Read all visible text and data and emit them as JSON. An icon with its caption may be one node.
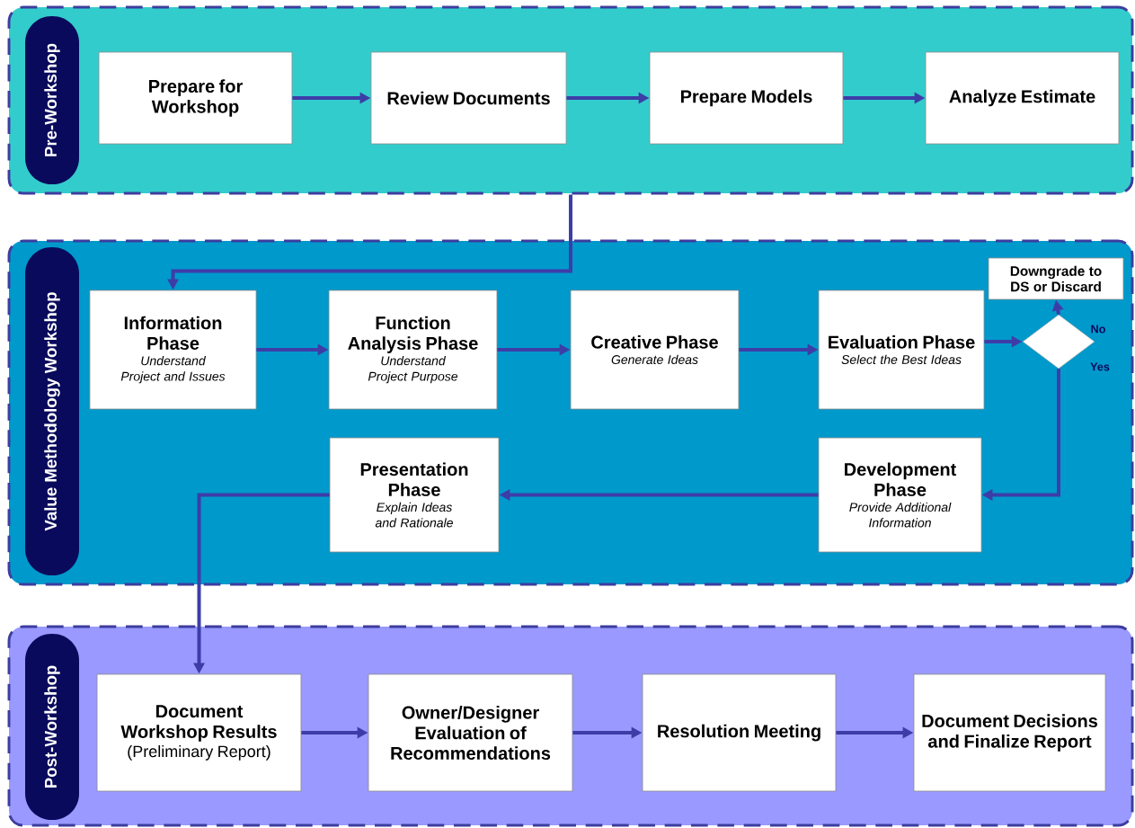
{
  "diagram": {
    "nodes": [
      {
        "text": [
          "Pre-Workshop"
        ]
      },
      {
        "text": [
          "Prepare for Workshop"
        ],
        "in": 0
      },
      {
        "text": [
          "Review Documents"
        ],
        "in": 0
      },
      {
        "text": [
          "Prepare Models"
        ],
        "in": 0
      },
      {
        "text": [
          "Analyze Estimate"
        ],
        "in": 0
      },
      {
        "text": [
          "Value Methodology Workshop"
        ]
      },
      {
        "text": [
          "Information Phase",
          "Understand Project and Issues"
        ],
        "in": 5
      },
      {
        "text": [
          "Function Analysis Phase",
          "Understand Project Purpose"
        ],
        "in": 5
      },
      {
        "text": [
          "Creative Phase",
          "Generate Ideas"
        ],
        "in": 5
      },
      {
        "text": [
          "Evaluation Phase",
          "Select the Best Ideas"
        ],
        "in": 5
      },
      {
        "text": [
          "Downgrade to DS or Discard"
        ],
        "in": 5
      },
      {
        "text": [],
        "shape": "diamond",
        "in": 5
      },
      {
        "text": [
          "Presentation Phase",
          "Explain Ideas and Rationale"
        ],
        "in": 5
      },
      {
        "text": [
          "Development Phase",
          "Provide Additional Information"
        ],
        "in": 5
      },
      {
        "text": [
          "Post-Workshop"
        ]
      },
      {
        "text": [
          "Document Workshop Results",
          "(Preliminary Report)"
        ],
        "in": 14
      },
      {
        "text": [
          "Owner/Designer Evaluation of Recommendations"
        ],
        "in": 14
      },
      {
        "text": [
          "Resolution Meeting"
        ],
        "in": 14
      },
      {
        "text": [
          "Document Decisions and Finalize Report"
        ],
        "in": 14
      }
    ],
    "edges": [
      {
        "from": 1,
        "to": 2,
        "arrow": "to"
      },
      {
        "from": 2,
        "to": 3,
        "arrow": "to"
      },
      {
        "from": 3,
        "to": 4,
        "arrow": "to"
      },
      {
        "from": 0,
        "to": 6,
        "arrow": "to"
      },
      {
        "from": 6,
        "to": 7,
        "arrow": "to"
      },
      {
        "from": 7,
        "to": 8,
        "arrow": "to"
      },
      {
        "from": 8,
        "to": 9,
        "arrow": "to"
      },
      {
        "from": 9,
        "to": 11,
        "arrow": "to"
      },
      {
        "from": 11,
        "to": 10,
        "arrow": "to",
        "label": "No"
      },
      {
        "from": 11,
        "to": 13,
        "arrow": "to",
        "label": "Yes"
      },
      {
        "from": 13,
        "to": 12,
        "arrow": "to"
      },
      {
        "from": 12,
        "to": 15,
        "arrow": "to"
      },
      {
        "from": 15,
        "to": 16,
        "arrow": "to"
      },
      {
        "from": 16,
        "to": 17,
        "arrow": "to"
      },
      {
        "from": 17,
        "to": 18,
        "arrow": "to"
      }
    ]
  }
}
